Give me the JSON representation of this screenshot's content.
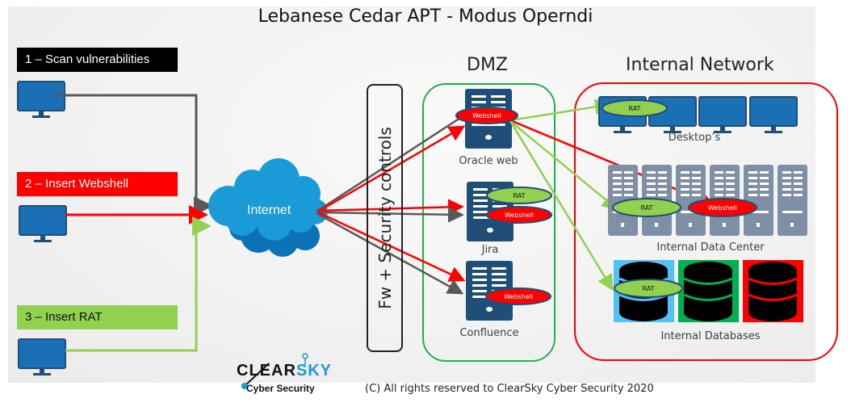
{
  "title": "Lebanese Cedar APT - Modus Operndi",
  "steps": {
    "scan": "1 – Scan vulnerabilities",
    "webshell": "2 – Insert Webshell",
    "rat": "3 – Insert RAT"
  },
  "internet_label": "Internet",
  "firewall_label": "Fw + Security controls",
  "dmz": {
    "title": "DMZ",
    "servers": [
      "Oracle web",
      "Jira",
      "Confluence"
    ]
  },
  "internal": {
    "title": "Internal Network",
    "desktops_label": "Desktop’s",
    "datacenter_label": "Internal Data Center",
    "databases_label": "Internal Databases"
  },
  "badges": {
    "webshell": "Webshell",
    "rat": "RAT"
  },
  "footer": {
    "copyright": "(C) All rights reserved to ClearSky Cyber Security 2020",
    "logo_clear": "CLEAR",
    "logo_sky": "SKY",
    "logo_sub": "Cyber Security"
  },
  "colors": {
    "scan": "#595959",
    "webshell": "#ff0000",
    "rat": "#92d050",
    "dmz_border": "#22b14c",
    "internal_border": "#ff0000",
    "cloud": "#1a9ad6",
    "server_dmz": "#1f4e79",
    "server_dc": "#7f8fa6",
    "db_blue": "#4fc3f7",
    "db_green": "#00b050",
    "db_red": "#ff0000"
  }
}
